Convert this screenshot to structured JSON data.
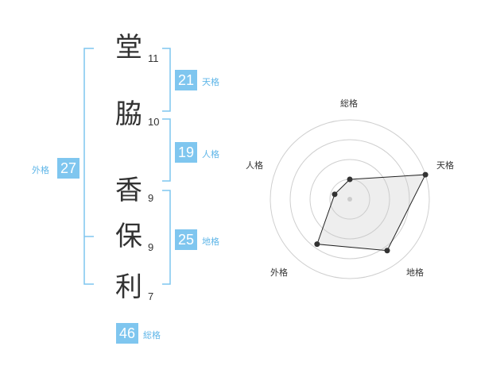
{
  "name": {
    "chars": [
      {
        "char": "堂",
        "strokes": "11"
      },
      {
        "char": "脇",
        "strokes": "10"
      },
      {
        "char": "香",
        "strokes": "9"
      },
      {
        "char": "保",
        "strokes": "9"
      },
      {
        "char": "利",
        "strokes": "7"
      }
    ]
  },
  "fortunes": {
    "tenkaku": {
      "value": "21",
      "label": "天格"
    },
    "jinkaku": {
      "value": "19",
      "label": "人格"
    },
    "chikaku": {
      "value": "25",
      "label": "地格"
    },
    "gaikaku": {
      "value": "27",
      "label": "外格"
    },
    "soukaku": {
      "value": "46",
      "label": "総格"
    }
  },
  "colors": {
    "accent": "#7fc6ef",
    "bracket": "#7fc6ef",
    "text": "#333333"
  },
  "chart_data": {
    "type": "radar",
    "axes": [
      "総格",
      "天格",
      "地格",
      "外格",
      "人格"
    ],
    "values": [
      0.25,
      1.0,
      0.8,
      0.7,
      0.2
    ],
    "rings": 4,
    "grid": true
  }
}
